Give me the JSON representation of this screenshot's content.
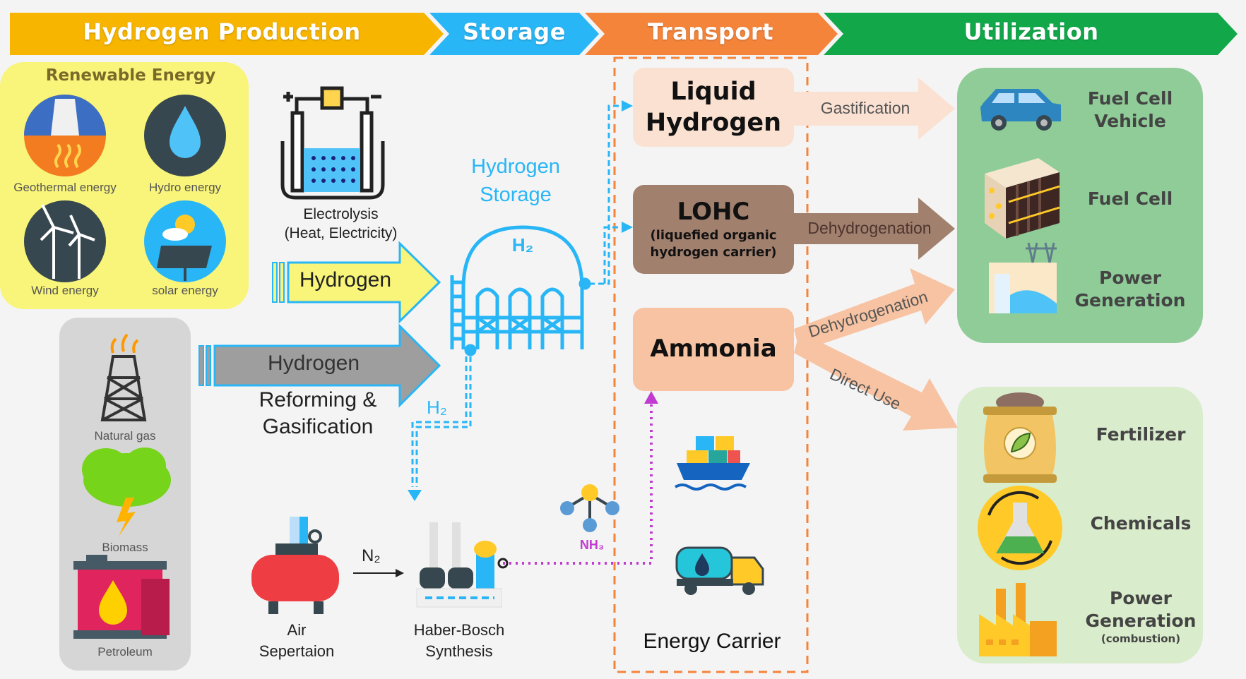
{
  "stages": {
    "production": "Hydrogen Production",
    "storage": "Storage",
    "transport": "Transport",
    "utilization": "Utilization"
  },
  "colors": {
    "production": "#f7b500",
    "storage": "#29b6f6",
    "transport": "#f5843b",
    "utilization": "#12a84a",
    "renewable_bg": "#f9f57a",
    "fossil_bg": "#d6d6d6",
    "util_top_bg": "#8fcc97",
    "util_bottom_bg": "#d9eccb"
  },
  "renewable": {
    "title": "Renewable Energy",
    "geothermal": "Geothermal energy",
    "hydro": "Hydro energy",
    "wind": "Wind energy",
    "solar": "solar energy"
  },
  "electrolysis": {
    "line1": "Electrolysis",
    "line2": "(Heat, Electricity)"
  },
  "hydrogen_arrow_1": "Hydrogen",
  "hydrogen_arrow_2": "Hydrogen",
  "reforming": {
    "line1": "Reforming &",
    "line2": "Gasification"
  },
  "fossil": {
    "natural_gas": "Natural gas",
    "biomass": "Biomass",
    "petroleum": "Petroleum"
  },
  "storage": {
    "line1": "Hydrogen",
    "line2": "Storage",
    "tank_label": "H₂"
  },
  "h2_pipe_label": "H₂",
  "air_separation": {
    "line1": "Air",
    "line2": "Sepertaion"
  },
  "n2_label": "N₂",
  "haber_bosch": {
    "line1": "Haber-Bosch",
    "line2": "Synthesis"
  },
  "nh3_label": "NH₃",
  "carriers": {
    "liquid_h2": {
      "line1": "Liquid",
      "line2": "Hydrogen"
    },
    "lohc": {
      "line1": "LOHC",
      "line2": "(liquefied organic",
      "line3": "hydrogen carrier)"
    },
    "ammonia": "Ammonia",
    "energy_carrier": "Energy Carrier"
  },
  "process_arrows": {
    "gasification": "Gastification",
    "dehydrogenation_1": "Dehydrogenation",
    "dehydrogenation_2": "Dehydrogenation",
    "direct_use": "Direct Use"
  },
  "utilization": {
    "fcv": {
      "line1": "Fuel Cell",
      "line2": "Vehicle"
    },
    "fuel_cell": "Fuel Cell",
    "power_gen": {
      "line1": "Power",
      "line2": "Generation"
    },
    "fertilizer": "Fertilizer",
    "chemicals": "Chemicals",
    "power_gen_comb": {
      "line1": "Power",
      "line2": "Generation",
      "line3": "(combustion)"
    }
  }
}
